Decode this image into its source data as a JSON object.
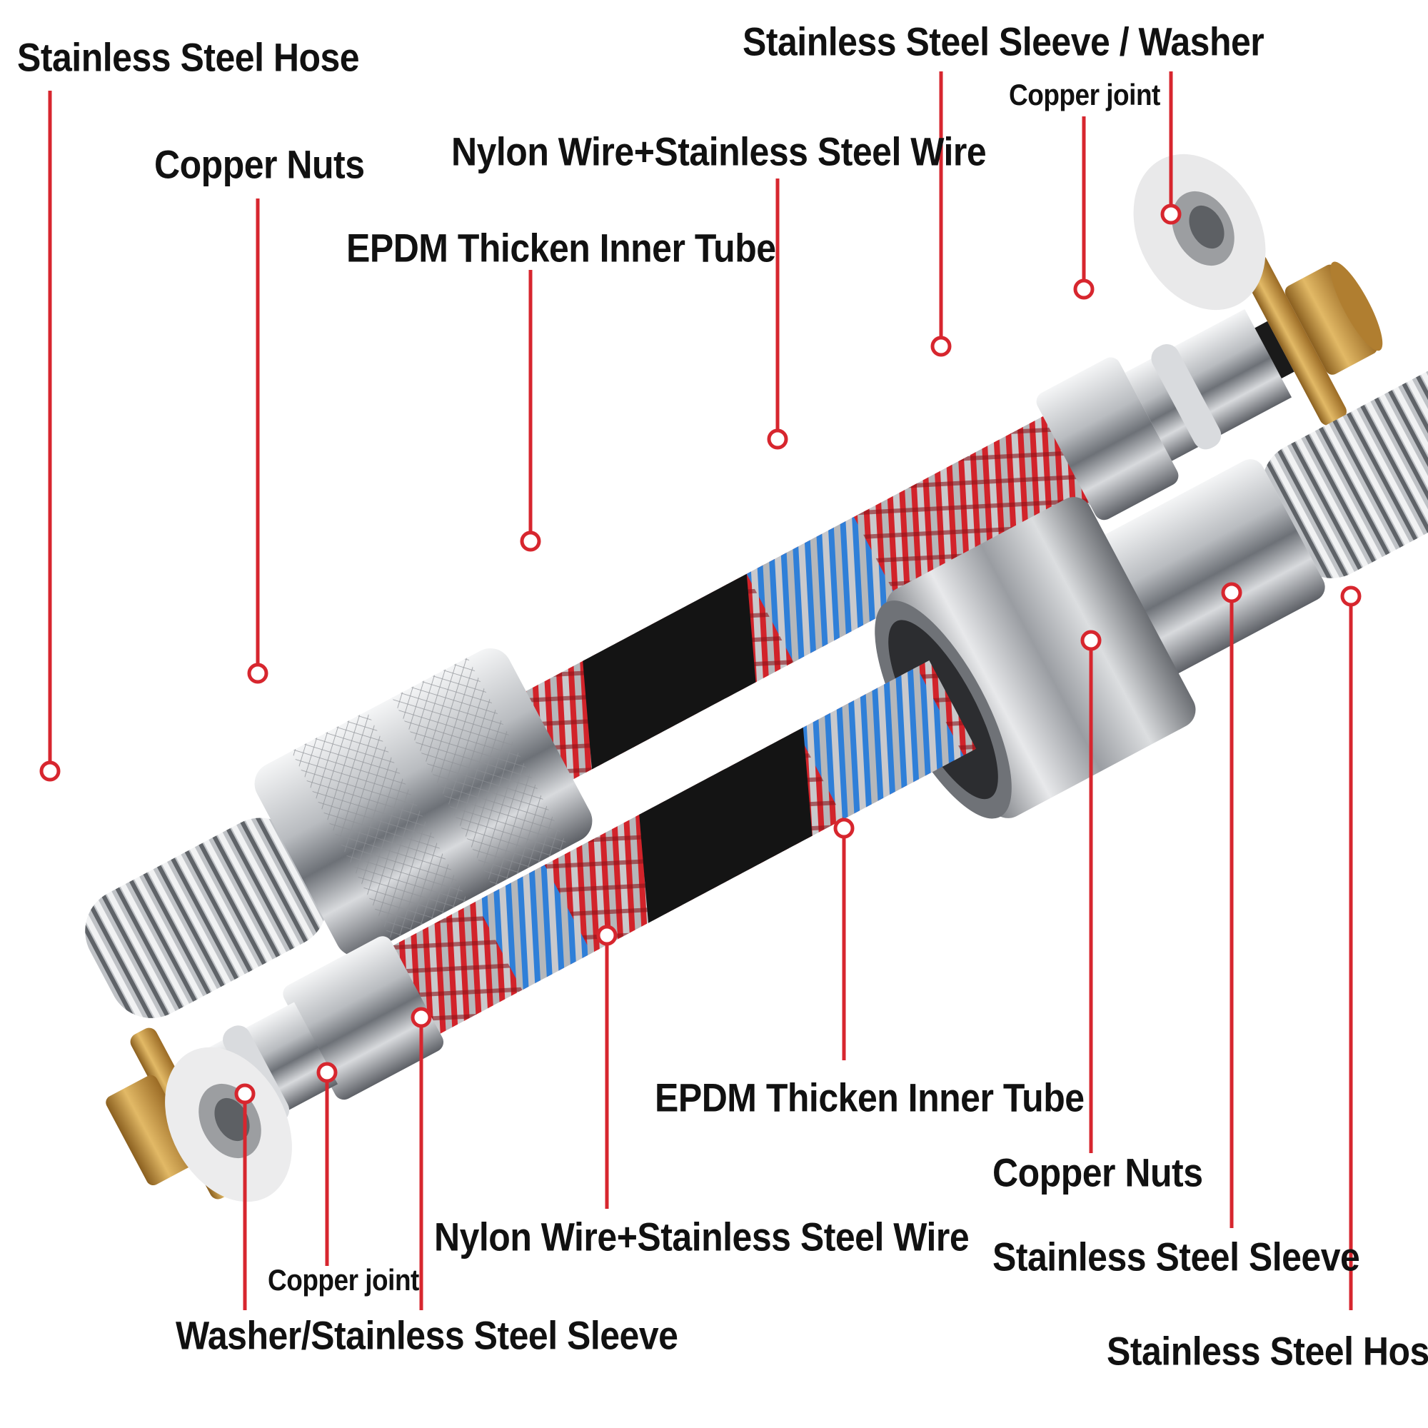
{
  "colors": {
    "leader_line": "#d7262e",
    "marker_fill": "#ffffff",
    "marker_ring": "#d7262e",
    "steel": "#c9ccd0",
    "brass": "#c89a4a",
    "braid_red": "#d2232a",
    "braid_blue": "#2f7fd8",
    "inner_tube": "#151515",
    "washer": "#f2f2f2"
  },
  "labels": {
    "top_left_hose": "Stainless Steel Hose",
    "top_left_nuts": "Copper Nuts",
    "top_epdm": "EPDM Thicken Inner Tube",
    "top_braid": "Nylon Wire+Stainless Steel Wire",
    "top_sleeve_washer": "Stainless Steel Sleeve  / Washer",
    "top_copper_joint": "Copper joint",
    "bottom_epdm": "EPDM Thicken Inner Tube",
    "bottom_copper_nuts": "Copper Nuts",
    "bottom_braid": "Nylon Wire+Stainless Steel Wire",
    "bottom_sleeve": "Stainless Steel Sleeve",
    "bottom_copper_joint": "Copper joint",
    "bottom_washer_sleeve": "Washer/Stainless Steel Sleeve",
    "bottom_hose": "Stainless Steel Hose"
  },
  "icons": {
    "marker": "callout-dot-icon"
  }
}
